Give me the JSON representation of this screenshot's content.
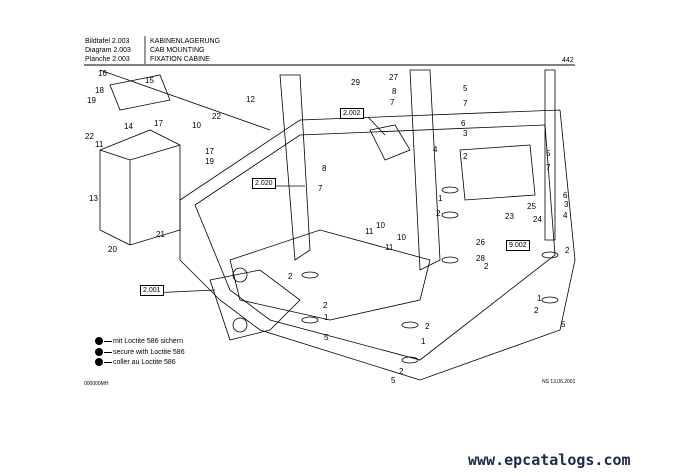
{
  "header": {
    "labels": [
      "Bildtafel",
      "Diagram",
      "Planche"
    ],
    "number": "2.003",
    "titles": [
      "KABINENLAGERUNG",
      "CAB MOUNTING",
      "FIXATION CABINE"
    ],
    "page": "442"
  },
  "refs": [
    "2.002",
    "2.020",
    "2.001",
    "9.002"
  ],
  "callouts": [
    "16",
    "15",
    "18",
    "19",
    "12",
    "14",
    "17",
    "10",
    "22",
    "22",
    "11",
    "17",
    "19",
    "13",
    "21",
    "20",
    "29",
    "27",
    "8",
    "7",
    "5",
    "7",
    "6",
    "3",
    "4",
    "8",
    "7",
    "11",
    "10",
    "10",
    "11",
    "2",
    "1",
    "2",
    "26",
    "28",
    "2",
    "5",
    "7",
    "6",
    "3",
    "4",
    "25",
    "23",
    "24",
    "2",
    "1",
    "2",
    "5",
    "2",
    "2",
    "1",
    "5",
    "2",
    "1",
    "2",
    "5"
  ],
  "legend": [
    "mit Loctite 586 sichern",
    "secure with Loctite 586",
    "coller au Loctite 586"
  ],
  "footer": {
    "left": "000000MH",
    "right": "NS 13.06.2001"
  },
  "watermark": "www.epcatalogs.com"
}
